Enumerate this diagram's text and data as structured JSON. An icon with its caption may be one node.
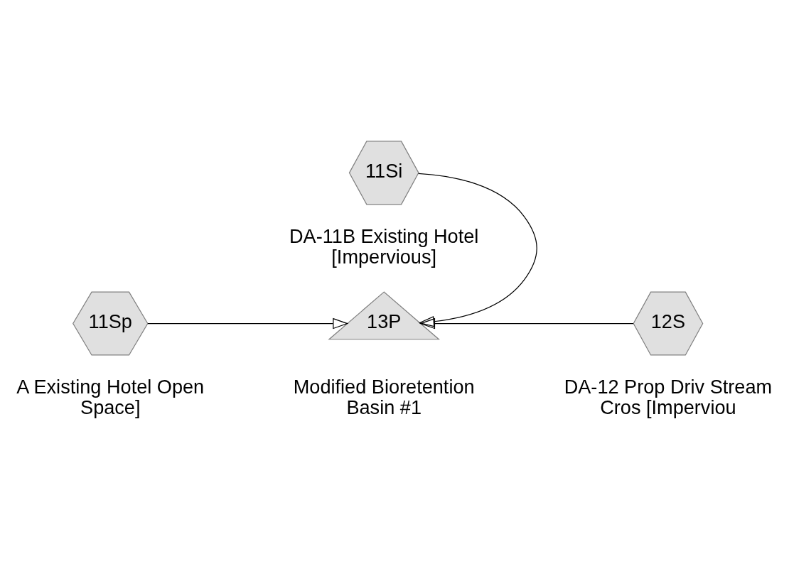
{
  "diagram": {
    "nodes": [
      {
        "text": [
          "11Si"
        ],
        "beside": [
          "DA-11B Existing Hotel [Impervious]"
        ]
      },
      {
        "text": [
          "11Sp"
        ],
        "beside": [
          "A Existing Hotel Open Space]"
        ]
      },
      {
        "text": [
          "13P"
        ],
        "beside": [
          "Modified Bioretention Basin #1"
        ]
      },
      {
        "text": [
          "12S"
        ],
        "beside": [
          "DA-12 Prop Driv Stream Cros [Imperviou"
        ]
      }
    ],
    "edges": [
      {
        "from": 0,
        "to": 2,
        "arrow": "to"
      },
      {
        "from": 1,
        "to": 2,
        "arrow": "to"
      },
      {
        "from": 3,
        "to": 2,
        "arrow": "to"
      }
    ]
  }
}
